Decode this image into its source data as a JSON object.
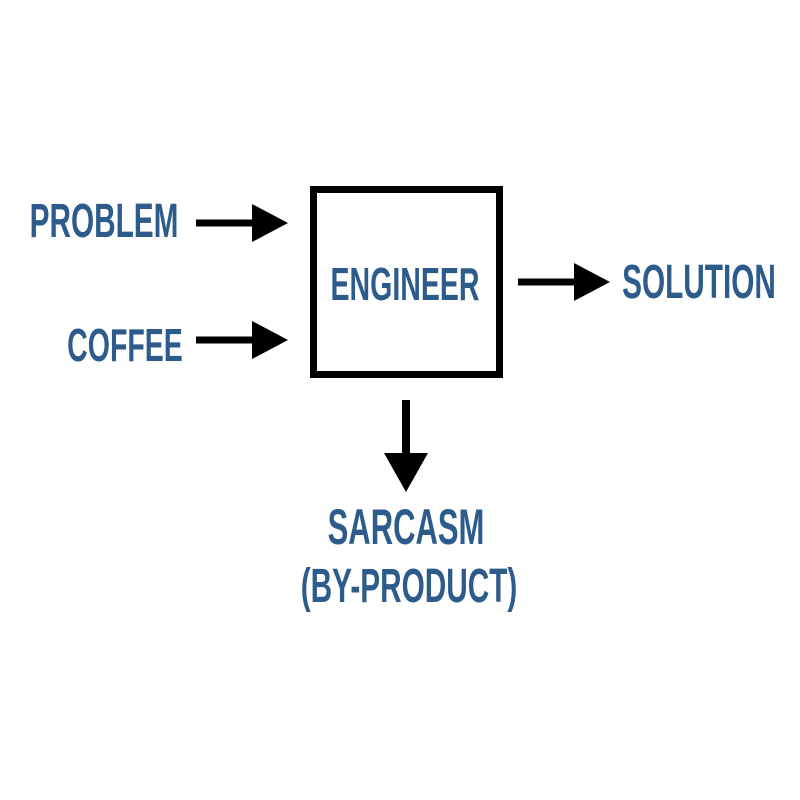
{
  "diagram": {
    "title": "engineer-flow-diagram",
    "colors": {
      "background": "#ffffff",
      "label": "#2d5c8c",
      "arrow": "#000000",
      "box_border": "#000000"
    },
    "nodes": {
      "problem": {
        "label": "PROBLEM"
      },
      "coffee": {
        "label": "COFFEE"
      },
      "engineer": {
        "label": "ENGINEER"
      },
      "solution": {
        "label": "SOLUTION"
      },
      "sarcasm": {
        "label": "SARCASM",
        "sublabel": "(BY-PRODUCT)"
      }
    },
    "edges": [
      {
        "from": "problem",
        "to": "engineer",
        "direction": "right"
      },
      {
        "from": "coffee",
        "to": "engineer",
        "direction": "right"
      },
      {
        "from": "engineer",
        "to": "solution",
        "direction": "right"
      },
      {
        "from": "engineer",
        "to": "sarcasm",
        "direction": "down"
      }
    ]
  }
}
